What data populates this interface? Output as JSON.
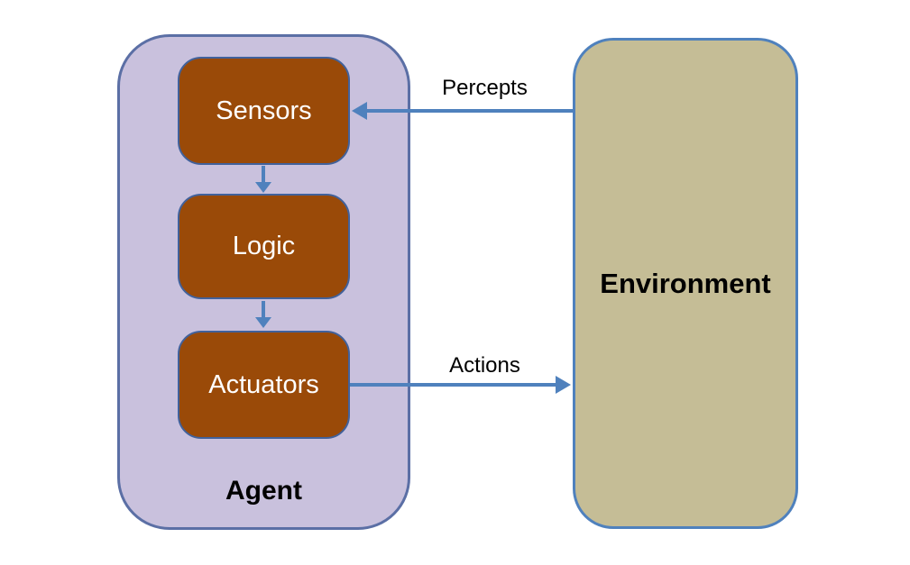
{
  "diagram": {
    "agent": {
      "label": "Agent",
      "nodes": [
        {
          "label": "Sensors"
        },
        {
          "label": "Logic"
        },
        {
          "label": "Actuators"
        }
      ]
    },
    "environment": {
      "label": "Environment"
    },
    "flows": [
      {
        "label": "Percepts",
        "from": "Environment",
        "to": "Sensors"
      },
      {
        "label": "Actions",
        "from": "Actuators",
        "to": "Environment"
      }
    ]
  },
  "colors": {
    "agent_fill": "#c9c1dd",
    "agent_border": "#5b6fa5",
    "node_fill": "#9a4a08",
    "node_border": "#41619b",
    "node_text": "#ffffff",
    "environment_fill": "#c5bd96",
    "environment_border": "#4f81bd",
    "arrow": "#4f81bd",
    "label_text": "#000000"
  }
}
